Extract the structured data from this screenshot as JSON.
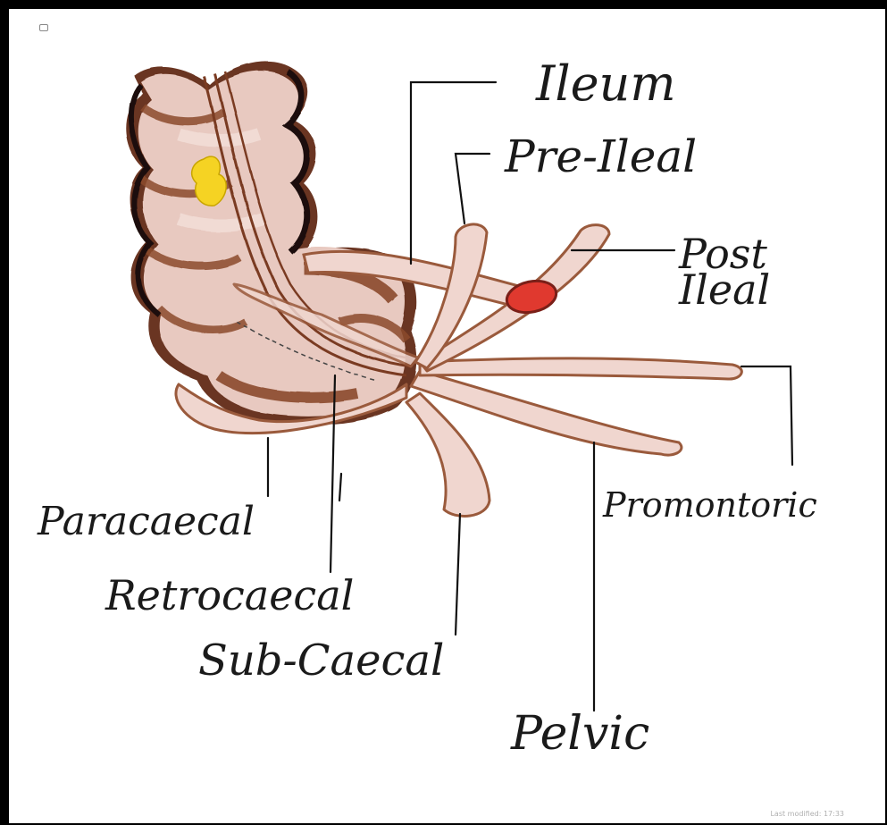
{
  "labels": {
    "ileum": "Ileum",
    "pre_ileal": "Pre-Ileal",
    "post_ileal_line1": "Post",
    "post_ileal_line2": "Ileal",
    "promontoric": "Promontoric",
    "paracaecal": "Paracaecal",
    "retrocaecal": "Retrocaecal",
    "sub_caecal": "Sub-Caecal",
    "pelvic": "Pelvic"
  },
  "footer": "Last modified: 17:33",
  "colors": {
    "colon_fill": "#e8c9c0",
    "colon_dark": "#8b4a2b",
    "appendix_fill": "#f0d6cf",
    "appendix_outline": "#9a5a3c",
    "fat": "#f5d323",
    "node": "#e0392f",
    "ink": "#111111"
  }
}
